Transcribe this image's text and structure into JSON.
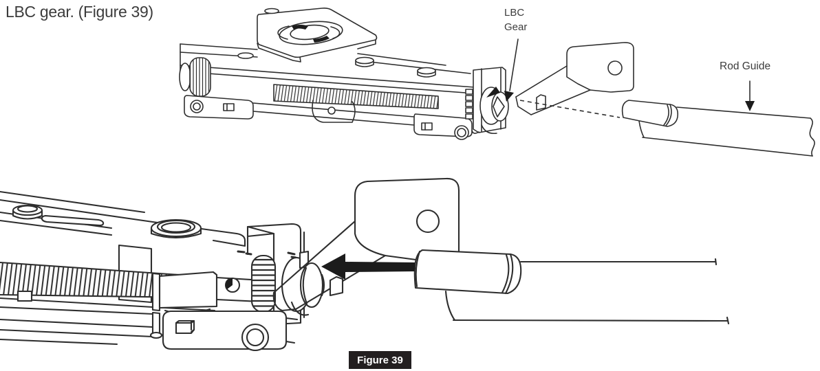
{
  "caption": "LBC gear. (Figure 39)",
  "labels": {
    "lbc_gear": {
      "line1": "LBC",
      "line2": "Gear"
    },
    "rod_guide": "Rod Guide",
    "figure_badge": "Figure 39"
  },
  "figure": {
    "views": [
      "actuator with LBC gear, mounting bracket and rod guide",
      "enlarged view of rod guide sliding onto LBC gear"
    ],
    "figure_number": "39"
  },
  "colors": {
    "ink": "#2e2e2e",
    "text": "#3c3c3c",
    "arrow-fill": "#1c1c1c",
    "badge-bg": "#231f20",
    "badge-fg": "#ffffff",
    "page-bg": "#ffffff"
  }
}
